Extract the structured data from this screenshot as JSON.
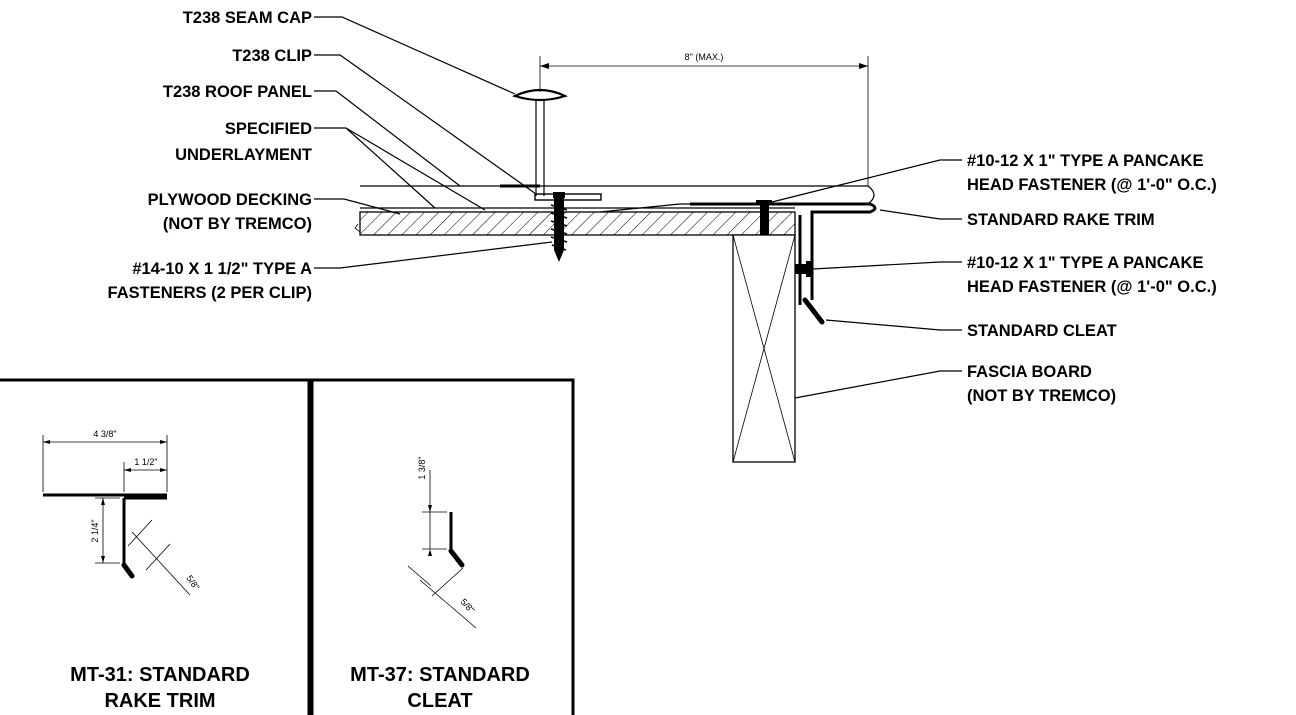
{
  "labels": {
    "seam_cap": "T238 SEAM CAP",
    "clip": "T238 CLIP",
    "roof_panel": "T238 ROOF PANEL",
    "underlayment_1": "SPECIFIED",
    "underlayment_2": "UNDERLAYMENT",
    "decking_1": "PLYWOOD DECKING",
    "decking_2": "(NOT BY TREMCO)",
    "fasteners_1": "#14-10 X 1 1/2\" TYPE A",
    "fasteners_2": "FASTENERS (2 PER CLIP)",
    "pancake_top_1": "#10-12 X 1\" TYPE A PANCAKE",
    "pancake_top_2": "HEAD FASTENER (@ 1'-0\" O.C.)",
    "rake_trim": "STANDARD RAKE TRIM",
    "pancake_mid_1": "#10-12 X 1\" TYPE A PANCAKE",
    "pancake_mid_2": "HEAD FASTENER (@ 1'-0\" O.C.)",
    "cleat": "STANDARD CLEAT",
    "fascia_1": "FASCIA BOARD",
    "fascia_2": "(NOT BY TREMCO)"
  },
  "dimensions": {
    "max_width": "8\" (MAX.)",
    "mt31_width": "4 3/8\"",
    "mt31_flange": "1 1/2\"",
    "mt31_height": "2 1/4\"",
    "mt31_kick": "5/8\"",
    "mt37_height": "1 3/8\"",
    "mt37_kick": "5/8\""
  },
  "details": {
    "mt31_title_1": "MT-31: STANDARD",
    "mt31_title_2": "RAKE TRIM",
    "mt37_title_1": "MT-37: STANDARD",
    "mt37_title_2": "CLEAT"
  }
}
